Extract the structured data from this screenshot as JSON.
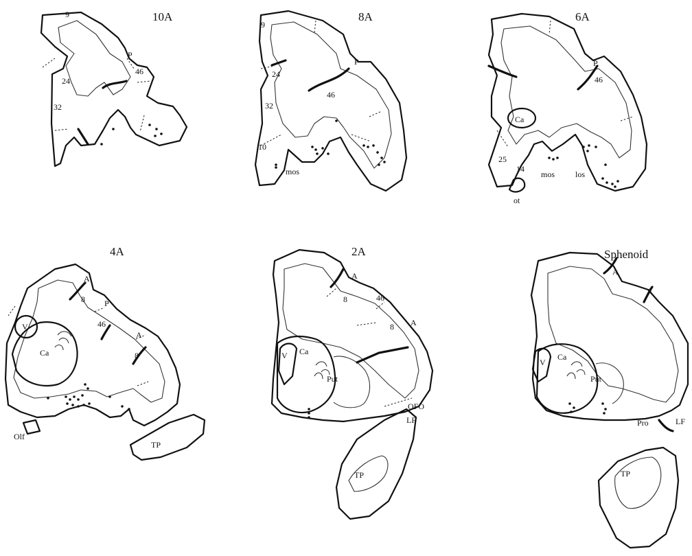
{
  "sections": [
    {
      "id": "10A",
      "title": "10A",
      "labels": [
        "9",
        "P",
        "46",
        "24",
        "32"
      ]
    },
    {
      "id": "8A",
      "title": "8A",
      "labels": [
        "9",
        "P",
        "24",
        "46",
        "32",
        "10",
        "mos"
      ]
    },
    {
      "id": "6A",
      "title": "6A",
      "labels": [
        "P",
        "46",
        "Ca",
        "25",
        "14",
        "mos",
        "los",
        "ot"
      ]
    },
    {
      "id": "4A",
      "title": "4A",
      "labels": [
        "A",
        "8",
        "P",
        "46",
        "A",
        "8",
        "V",
        "Ca",
        "Olf",
        "TP"
      ]
    },
    {
      "id": "2A",
      "title": "2A",
      "labels": [
        "A",
        "8",
        "46",
        "A",
        "8",
        "V",
        "Ca",
        "Put",
        "OFO",
        "LF",
        "TP"
      ]
    },
    {
      "id": "sphenoid",
      "title": "Sphenoid",
      "labels": [
        "A",
        "A",
        "V",
        "Ca",
        "Put",
        "Pro",
        "LF",
        "TP"
      ]
    }
  ]
}
